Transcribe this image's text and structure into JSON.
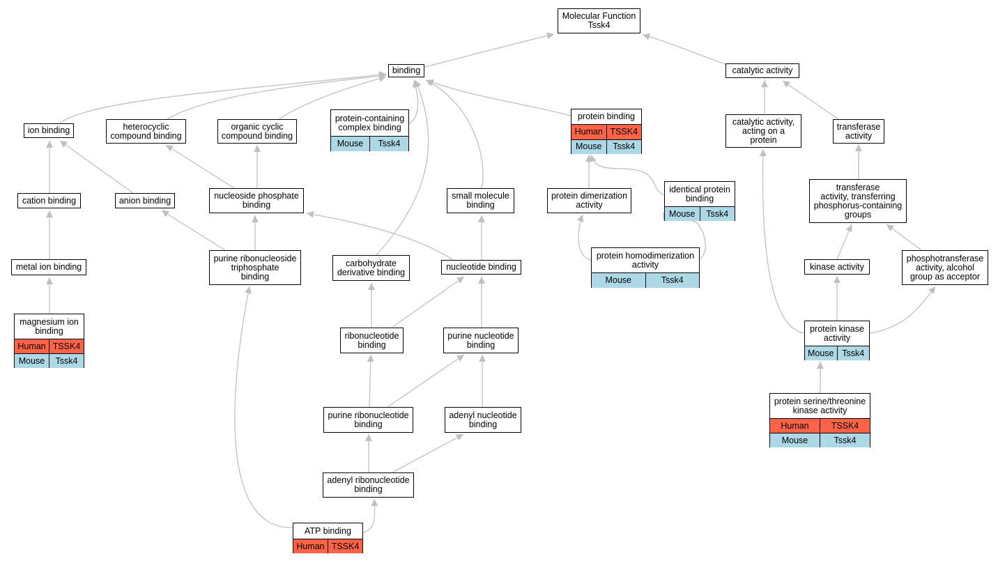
{
  "diagram": {
    "nodes": {
      "mf": "Molecular Function\nTssk4",
      "binding": "binding",
      "catalytic": "catalytic activity",
      "ion": "ion binding",
      "heterocyclic": "heterocyclic\ncompound binding",
      "organic": "organic cyclic\ncompound binding",
      "pcc": "protein-containing\ncomplex binding",
      "protbind": "protein binding",
      "catprot": "catalytic activity,\nacting on a\nprotein",
      "transferase": "transferase\nactivity",
      "cation": "cation binding",
      "anion": "anion binding",
      "nucphos": "nucleoside phosphate\nbinding",
      "smallmol": "small molecule\nbinding",
      "dimer": "protein dimerization\nactivity",
      "identical": "identical protein\nbinding",
      "transphos": "transferase\nactivity, transferring\nphosphorus-containing\ngroups",
      "metal": "metal ion binding",
      "prnt": "purine ribonucleoside\ntriphosphate\nbinding",
      "carb": "carbohydrate\nderivative binding",
      "nucleotide": "nucleotide binding",
      "homodimer": "protein homodimerization\nactivity",
      "kinase": "kinase activity",
      "phosphotrans": "phosphotransferase\nactivity, alcohol\ngroup as acceptor",
      "magnesium": "magnesium ion\nbinding",
      "ribonuc": "ribonucleotide\nbinding",
      "purnuc": "purine nucleotide\nbinding",
      "protkinase": "protein kinase\nactivity",
      "purribo": "purine ribonucleotide\nbinding",
      "adenyl": "adenyl nucleotide\nbinding",
      "serthr": "protein serine/threonine\nkinase activity",
      "adenylribo": "adenyl ribonucleotide\nbinding",
      "atp": "ATP binding"
    },
    "species": {
      "human": "Human",
      "mouse": "Mouse"
    },
    "genes": {
      "human": "TSSK4",
      "mouse": "Tssk4"
    },
    "colors": {
      "human": "#ff6347",
      "mouse": "#add8e6",
      "edge": "#c0c0c0"
    }
  }
}
